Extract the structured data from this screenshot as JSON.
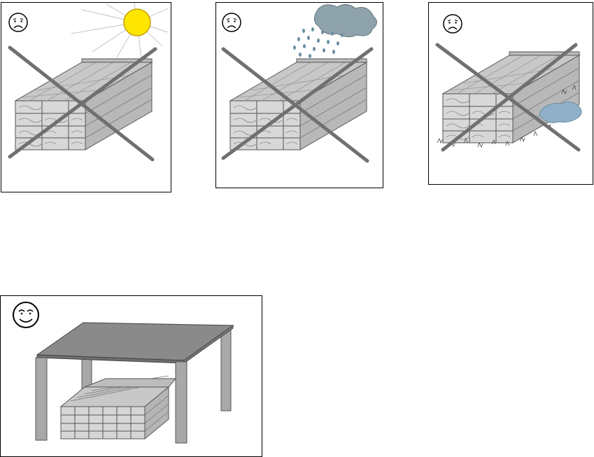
{
  "panels": [
    {
      "id": "sun",
      "mood": "sad",
      "condition": "sun",
      "crossed_out": true
    },
    {
      "id": "rain",
      "mood": "sad",
      "condition": "rain",
      "crossed_out": true
    },
    {
      "id": "wet-ground",
      "mood": "sad",
      "condition": "puddle-and-grass",
      "crossed_out": true
    },
    {
      "id": "covered",
      "mood": "happy",
      "condition": "under-roof",
      "crossed_out": false
    }
  ],
  "colors": {
    "sun": "#ffe600",
    "sun_outline": "#c8a000",
    "cloud": "#8fa3ad",
    "rain": "#6a8ea0",
    "puddle": "#8fb0c8",
    "wood": "#c8c8c8",
    "wood_end": "#d6d6d6",
    "cross": "#707070",
    "roof": "#8a8a8a",
    "leg": "#a8a8a8"
  },
  "icons": [
    "sad-face-icon",
    "happy-face-icon",
    "sun-icon",
    "rain-cloud-icon",
    "puddle-icon",
    "cross-out-icon",
    "roof-shelter-icon"
  ]
}
